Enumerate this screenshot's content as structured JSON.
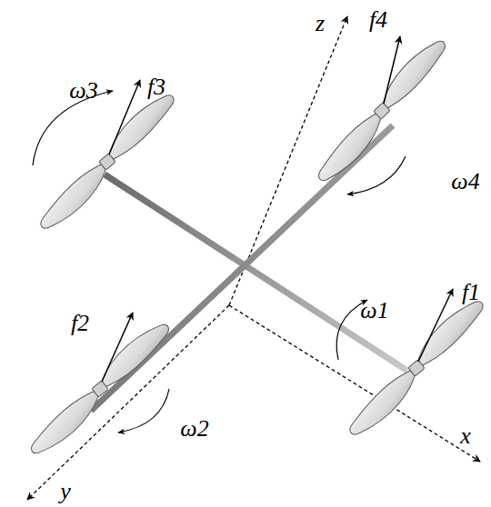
{
  "diagram": {
    "labels": [
      "z",
      "ω3",
      "f3",
      "f4",
      "ω4",
      "ω1",
      "f1",
      "f2",
      "ω2",
      "y",
      "x"
    ]
  }
}
